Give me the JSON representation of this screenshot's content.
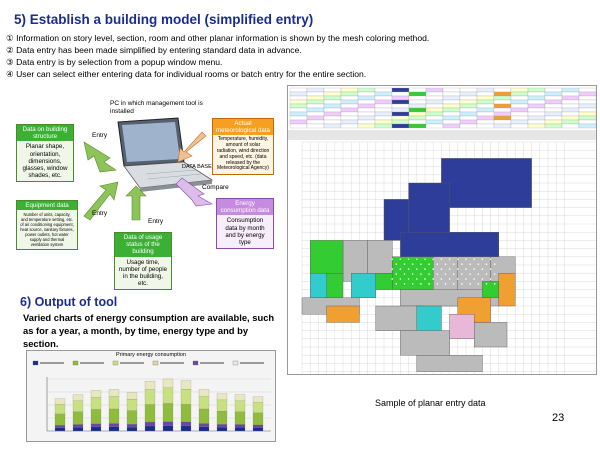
{
  "section5": {
    "title": "5) Establish a building model (simplified entry)",
    "bullets": [
      "① Information on story level, section, room and other planar information is shown by the mesh coloring method.",
      "② Data entry has been made simplified by entering standard data in advance.",
      "③ Data entry is by selection from a popup window menu.",
      "④ User can select either entering data for individual rooms or batch entry for the entire section."
    ]
  },
  "diagram": {
    "pc_label": "PC in which management tool is installed",
    "database_label": "DATA BASE",
    "entry": "Entry",
    "compare": "Compare",
    "box_structure": {
      "title": "Data on building structure",
      "body": "Planar shape, orientation, dimensions, glasses, window shades, etc."
    },
    "box_equipment": {
      "title": "Equipment data",
      "body": "Number of units, capacity, and temperature setting, etc. of air conditioning equipment, heat source, sanitary fixtures, power outlets, hot water supply and thermal ventilation system"
    },
    "box_usage": {
      "title": "Data of usage status of the building",
      "body": "Usage time, number of people in the building, etc."
    },
    "box_meteo": {
      "title": "Actual meteorological data",
      "body": "Temperature, humidity, amount of solar radiation, wind direction and speed, etc. (data released by the Meteorological Agency)"
    },
    "box_energy": {
      "title": "Energy consumption data",
      "body": "Consumption data by month and by energy type"
    }
  },
  "section6": {
    "title": "6) Output of tool",
    "body": "Varied charts of energy consumption are available, such as for a year, a month, by time, energy type and by section."
  },
  "chart_panel": {
    "title": "Primary energy consumption"
  },
  "screenshot_caption": "Sample of planar entry data",
  "page_number": "23",
  "colors": {
    "heading": "#1a2d8f",
    "box_green": "#3cb034",
    "box_orange": "#f5a020",
    "box_purple": "#c58be0",
    "arrow_green": "#8cc45a",
    "floor_navy": "#2e3d9a",
    "floor_green": "#33cc33",
    "floor_cyan": "#33cccc",
    "floor_orange": "#f0a030",
    "floor_grey": "#bbbbbb"
  }
}
